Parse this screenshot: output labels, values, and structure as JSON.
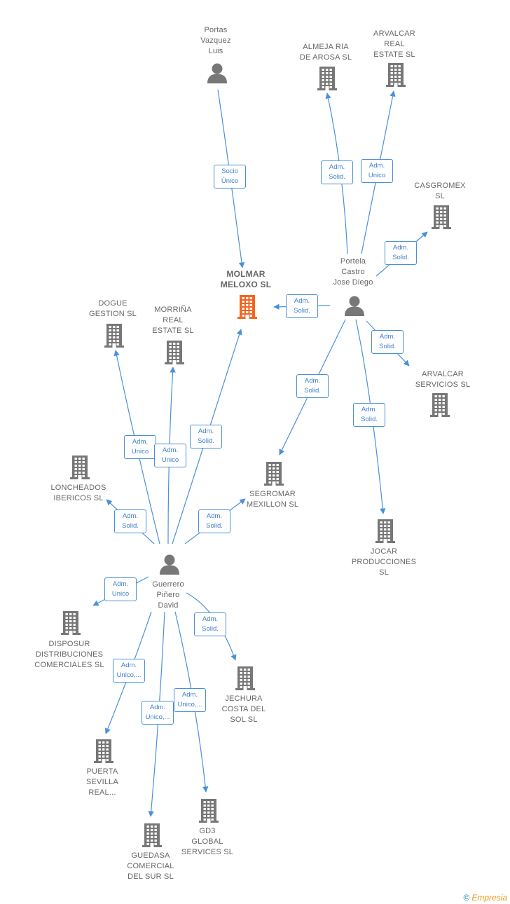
{
  "nodes": [
    {
      "id": "portas",
      "type": "person",
      "label": "Portas\nVazquez\nLuis"
    },
    {
      "id": "almeja",
      "type": "company",
      "label": "ALMEJA RIA\nDE AROSA SL"
    },
    {
      "id": "arvalcar_real",
      "type": "company",
      "label": "ARVALCAR\nREAL\nESTATE  SL"
    },
    {
      "id": "casgromex",
      "type": "company",
      "label": "CASGROMEX\nSL"
    },
    {
      "id": "portela",
      "type": "person",
      "label": "Portela\nCastro\nJose Diego"
    },
    {
      "id": "molmar",
      "type": "company",
      "main": true,
      "label": "MOLMAR\nMELOXO  SL"
    },
    {
      "id": "dogue",
      "type": "company",
      "label": "DOGUE\nGESTION  SL"
    },
    {
      "id": "morrina",
      "type": "company",
      "label": "MORRIÑA\nREAL\nESTATE  SL"
    },
    {
      "id": "arvalcar_serv",
      "type": "company",
      "label": "ARVALCAR\nSERVICIOS  SL"
    },
    {
      "id": "loncheados",
      "type": "company",
      "label": "LONCHEADOS\nIBERICOS  SL"
    },
    {
      "id": "segromar",
      "type": "company",
      "label": "SEGROMAR\nMEXILLON  SL"
    },
    {
      "id": "jocar",
      "type": "company",
      "label": "JOCAR\nPRODUCCIONES\nSL"
    },
    {
      "id": "guerrero",
      "type": "person",
      "label": "Guerrero\nPiñero\nDavid"
    },
    {
      "id": "disposur",
      "type": "company",
      "label": "DISPOSUR\nDISTRIBUCIONES\nCOMERCIALES SL"
    },
    {
      "id": "jechura",
      "type": "company",
      "label": "JECHURA\nCOSTA DEL\nSOL  SL"
    },
    {
      "id": "puerta",
      "type": "company",
      "label": "PUERTA\nSEVILLA\nREAL..."
    },
    {
      "id": "gd3",
      "type": "company",
      "label": "GD3\nGLOBAL\nSERVICES  SL"
    },
    {
      "id": "guedasa",
      "type": "company",
      "label": "GUEDASA\nCOMERCIAL\nDEL SUR  SL"
    }
  ],
  "edges": [
    {
      "from": "portas",
      "to": "molmar",
      "label": "Socio\nÚnico"
    },
    {
      "from": "portela",
      "to": "almeja",
      "label": "Adm.\nSolid."
    },
    {
      "from": "portela",
      "to": "arvalcar_real",
      "label": "Adm.\nUnico"
    },
    {
      "from": "portela",
      "to": "casgromex",
      "label": "Adm.\nSolid."
    },
    {
      "from": "portela",
      "to": "molmar",
      "label": "Adm.\nSolid."
    },
    {
      "from": "portela",
      "to": "arvalcar_serv",
      "label": "Adm.\nSolid."
    },
    {
      "from": "portela",
      "to": "segromar",
      "label": "Adm.\nSolid."
    },
    {
      "from": "portela",
      "to": "jocar",
      "label": "Adm.\nSolid."
    },
    {
      "from": "guerrero",
      "to": "dogue",
      "label": "Adm.\nUnico"
    },
    {
      "from": "guerrero",
      "to": "morrina",
      "label": "Adm.\nUnico"
    },
    {
      "from": "guerrero",
      "to": "molmar",
      "label": "Adm.\nSolid."
    },
    {
      "from": "guerrero",
      "to": "loncheados",
      "label": "Adm.\nSolid."
    },
    {
      "from": "guerrero",
      "to": "segromar",
      "label": "Adm.\nSolid."
    },
    {
      "from": "guerrero",
      "to": "disposur",
      "label": "Adm.\nUnico"
    },
    {
      "from": "guerrero",
      "to": "jechura",
      "label": "Adm.\nSolid."
    },
    {
      "from": "guerrero",
      "to": "puerta",
      "label": "Adm.\nUnico,..."
    },
    {
      "from": "guerrero",
      "to": "guedasa",
      "label": "Adm.\nUnico,..."
    },
    {
      "from": "guerrero",
      "to": "gd3",
      "label": "Adm.\nUnico,..."
    }
  ],
  "colors": {
    "edge": "#4a90d9",
    "company": "#777777",
    "main_company": "#f26522",
    "person": "#777777",
    "label": "#666666"
  },
  "copyright": {
    "symbol": "©",
    "brand": "Empresia"
  }
}
